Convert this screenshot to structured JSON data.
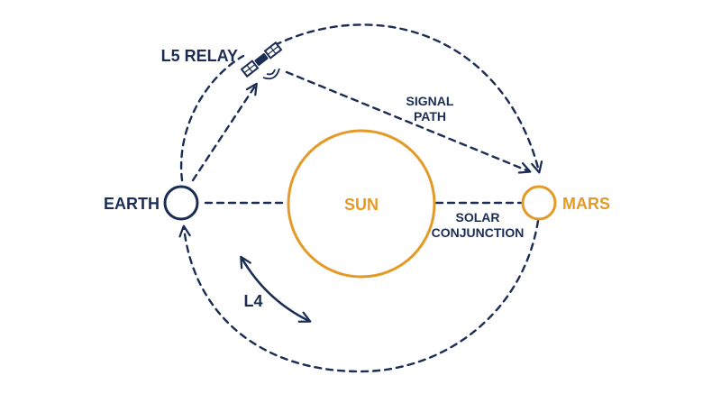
{
  "labels": {
    "earth": "EARTH",
    "sun": "SUN",
    "mars": "MARS",
    "relay": "L5 RELAY",
    "signal_path_line1": "SIGNAL",
    "signal_path_line2": "PATH",
    "solar_conjunction_line1": "SOLAR",
    "solar_conjunction_line2": "CONJUNCTION",
    "l4": "L4"
  },
  "colors": {
    "navy": "#1b2d55",
    "gold": "#e39a27",
    "background": "#ffffff"
  },
  "icons": {
    "relay": "satellite-icon"
  }
}
